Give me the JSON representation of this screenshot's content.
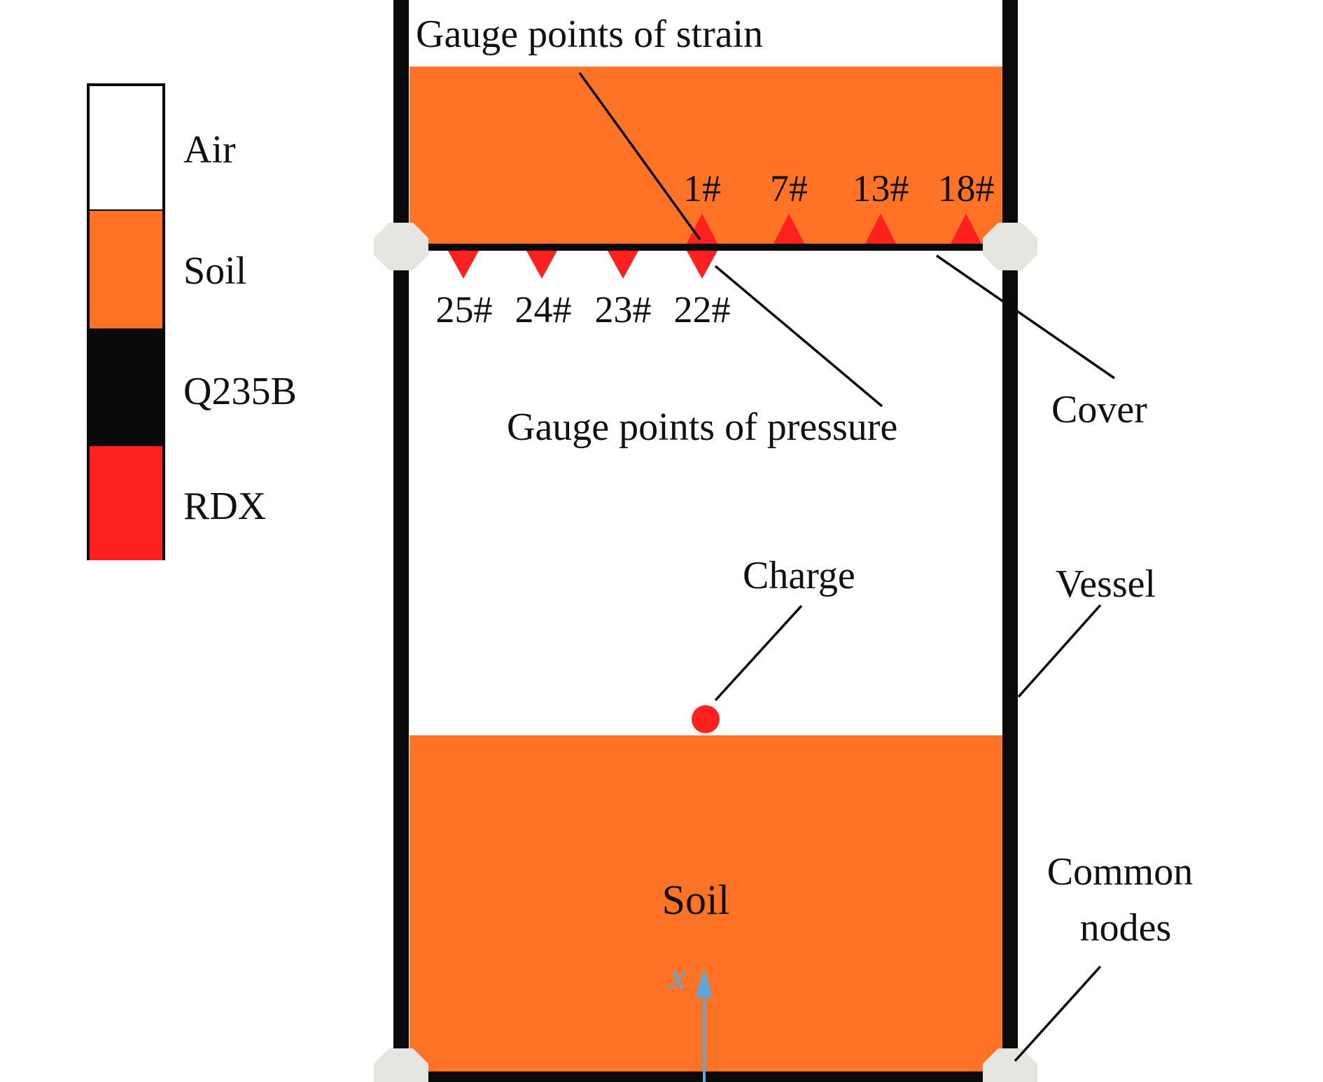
{
  "colors": {
    "air": "#ffffff",
    "soil": "#FF7326",
    "steel": "#0a0a0a",
    "rdx": "#FF2020",
    "node": "#E6E6E0",
    "axis": "#5AA8DC"
  },
  "legend": [
    {
      "label": "Air",
      "color": "#ffffff"
    },
    {
      "label": "Soil",
      "color": "#FF7326"
    },
    {
      "label": "Q235B",
      "color": "#0a0a0a"
    },
    {
      "label": "RDX",
      "color": "#FF2020"
    }
  ],
  "labels": {
    "gauge_strain": "Gauge points of strain",
    "gauge_pressure": "Gauge points of pressure",
    "cover": "Cover",
    "charge": "Charge",
    "vessel": "Vessel",
    "common_nodes_line1": "Common",
    "common_nodes_line2": "nodes",
    "soil_bottom": "Soil",
    "axis_x": "x"
  },
  "strain_gauges": [
    "1#",
    "7#",
    "13#",
    "18#"
  ],
  "pressure_gauges": [
    "25#",
    "24#",
    "23#",
    "22#"
  ]
}
